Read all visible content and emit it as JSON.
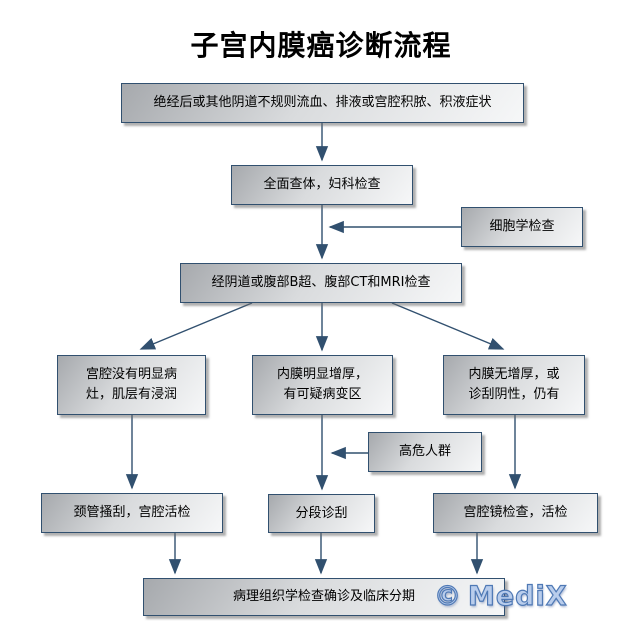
{
  "title": "子宫内膜癌诊断流程",
  "nodes": {
    "symptoms": "绝经后或其他阴道不规则流血、排液或宫腔积脓、积液症状",
    "general_exam": "全面查体，妇科检查",
    "cytology": "细胞学检查",
    "imaging": "经阴道或腹部B超、腹部CT和MRI检查",
    "no_obvious_lesion": "宫腔没有明显病\n灶，肌层有浸润",
    "thickened_endometrium": "内膜明显增厚，\n有可疑病变区",
    "no_thickening": "内膜无增厚，或\n诊刮阴性，仍有",
    "high_risk": "高危人群",
    "cervical_curettage": "颈管搔刮，宫腔活检",
    "fractional_curettage": "分段诊刮",
    "hysteroscopy": "宫腔镜检查，活检",
    "pathology": "病理组织学检查确诊及临床分期"
  },
  "edges": [
    {
      "from": "symptoms",
      "to": "general_exam"
    },
    {
      "from": "general_exam",
      "to": "imaging"
    },
    {
      "from": "cytology",
      "to": "general_exam-imaging-connector"
    },
    {
      "from": "imaging",
      "to": "no_obvious_lesion"
    },
    {
      "from": "imaging",
      "to": "thickened_endometrium"
    },
    {
      "from": "imaging",
      "to": "no_thickening"
    },
    {
      "from": "no_obvious_lesion",
      "to": "cervical_curettage"
    },
    {
      "from": "thickened_endometrium",
      "to": "fractional_curettage"
    },
    {
      "from": "no_thickening",
      "to": "hysteroscopy"
    },
    {
      "from": "high_risk",
      "to": "thickened_endometrium-fractional_curettage-connector"
    },
    {
      "from": "cervical_curettage",
      "to": "pathology"
    },
    {
      "from": "fractional_curettage",
      "to": "pathology"
    },
    {
      "from": "hysteroscopy",
      "to": "pathology"
    }
  ],
  "watermark": {
    "copyright": "©",
    "brand": "MediX"
  },
  "colors": {
    "node_border": "#31506f",
    "arrow": "#31506f",
    "node_fill_dark": "#a6a9ad",
    "node_fill_light": "#f6f7f8",
    "title_text": "#000000",
    "watermark_fill": "#b9cdec",
    "watermark_stroke": "#4f79b5",
    "background": "#ffffff"
  }
}
